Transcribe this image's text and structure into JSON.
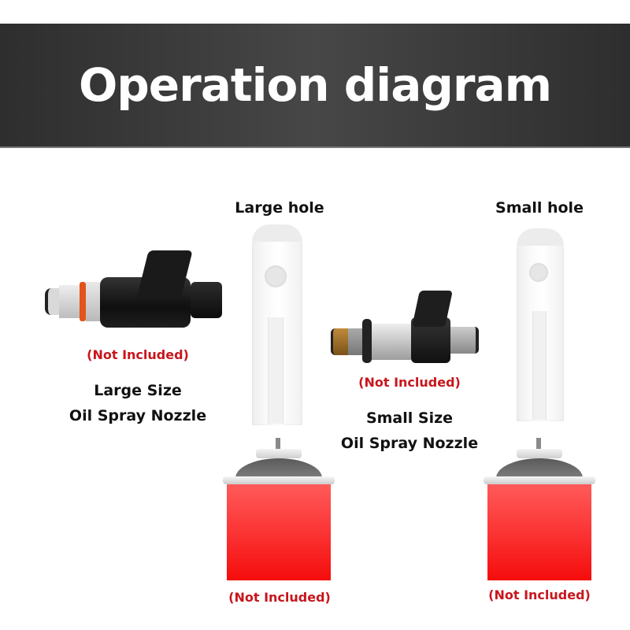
{
  "banner": {
    "title": "Operation diagram",
    "background": "#3a3a3a",
    "text_color": "#ffffff"
  },
  "columns": [
    {
      "id": "large",
      "hole_label": "Large hole",
      "nozzle_label_line1": "Large Size",
      "nozzle_label_line2": "Oil Spray Nozzle",
      "nozzle_note": "(Not Included)",
      "can_note": "(Not Included)"
    },
    {
      "id": "small",
      "hole_label": "Small hole",
      "nozzle_label_line1": "Small Size",
      "nozzle_label_line2": "Oil Spray Nozzle",
      "nozzle_note": "(Not Included)",
      "can_note": "(Not Included)"
    }
  ],
  "colors": {
    "note_red": "#c8161d",
    "can_red": "#fb3434",
    "dark": "#111111"
  }
}
